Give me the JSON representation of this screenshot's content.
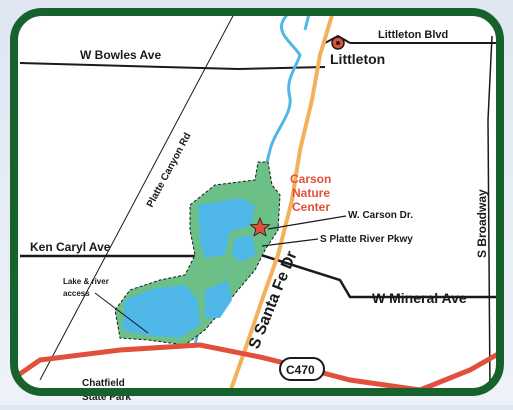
{
  "colors": {
    "frame": "#17612c",
    "land": "#ffffff",
    "water": "#4fb8e8",
    "park": "#6cbf86",
    "highway": "#e0503c",
    "state_road": "#f2b15a",
    "road": "#1a1a1a",
    "label_accent": "#e0503c"
  },
  "labels": {
    "littleton_blvd": "Littleton Blvd",
    "w_bowles": "W Bowles Ave",
    "littleton": "Littleton",
    "platte_canyon": "Platte Canyon Rd",
    "carson_line1": "Carson",
    "carson_line2": "Nature",
    "carson_line3": "Center",
    "w_carson_dr": "W. Carson Dr.",
    "s_platte_pkwy": "S Platte River Pkwy",
    "ken_caryl": "Ken Caryl Ave",
    "s_broadway": "S Broadway",
    "s_santa_fe": "S Santa Fe Dr",
    "w_mineral": "W Mineral Ave",
    "lake_access_1": "Lake & river",
    "lake_access_2": "access",
    "c470": "C470",
    "chatfield_1": "Chatfield",
    "chatfield_2": "State Park"
  },
  "icons": {
    "city_marker": "city-marker-icon",
    "nature_center": "star-icon"
  }
}
